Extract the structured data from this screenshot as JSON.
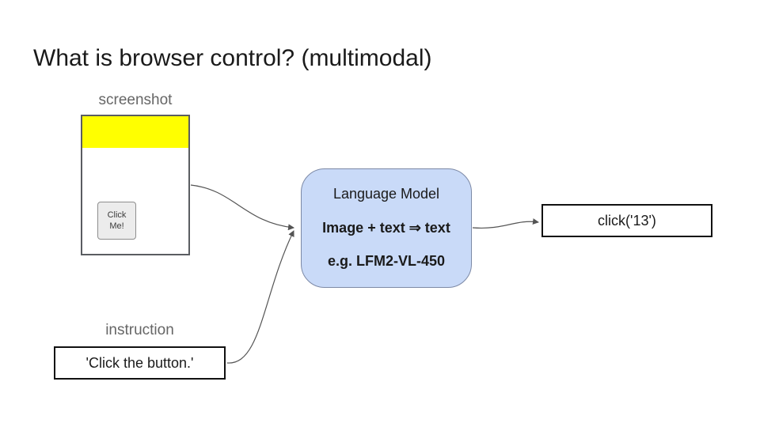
{
  "slide": {
    "title": "What is browser control? (multimodal)",
    "background": "#ffffff"
  },
  "screenshot_panel": {
    "label": "screenshot",
    "button_label": "Click Me!",
    "highlight_color": "#ffff00"
  },
  "instruction_panel": {
    "label": "instruction",
    "text": "'Click the button.'"
  },
  "model_box": {
    "title": "Language Model",
    "io_line": "Image + text ⇒ text",
    "example_line": "e.g. LFM2-VL-450",
    "fill_color": "#c9daf8",
    "border_color": "#7c89a6"
  },
  "output_box": {
    "text": "click('13')"
  },
  "colors": {
    "label_gray": "#666666",
    "arrow": "#545454",
    "dark_box_border": "#111111",
    "screenshot_border": "#5a5d61",
    "button_fill": "#ececec"
  }
}
